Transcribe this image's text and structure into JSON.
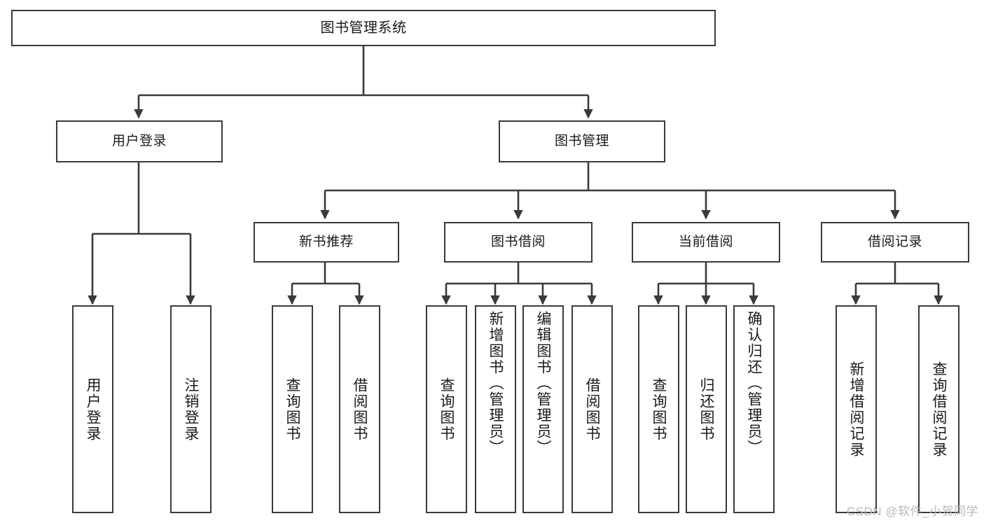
{
  "diagram": {
    "type": "tree",
    "title": "图书管理系统",
    "watermark": "CSDN @软件_小贺同学",
    "colors": {
      "stroke": "#3a3a3a",
      "fill": "#ffffff",
      "text": "#1a1a1a",
      "watermark": "#b9b9b9"
    },
    "nodes": {
      "root": {
        "label": "图书管理系统"
      },
      "level2": [
        {
          "label": "用户登录"
        },
        {
          "label": "图书管理"
        }
      ],
      "level3": [
        {
          "label": "新书推荐"
        },
        {
          "label": "图书借阅"
        },
        {
          "label": "当前借阅"
        },
        {
          "label": "借阅记录"
        }
      ],
      "leaves_user_login": [
        {
          "label": "用户登录"
        },
        {
          "label": "注销登录"
        }
      ],
      "leaves_new_book": [
        {
          "label": "查询图书"
        },
        {
          "label": "借阅图书"
        }
      ],
      "leaves_borrow": [
        {
          "label": "查询图书"
        },
        {
          "label": "新增图书（管理员）"
        },
        {
          "label": "编辑图书（管理员）"
        },
        {
          "label": "借阅图书"
        }
      ],
      "leaves_current": [
        {
          "label": "查询图书"
        },
        {
          "label": "归还图书"
        },
        {
          "label": "确认归还（管理员）"
        }
      ],
      "leaves_records": [
        {
          "label": "新增借阅记录"
        },
        {
          "label": "查询借阅记录"
        }
      ]
    }
  }
}
